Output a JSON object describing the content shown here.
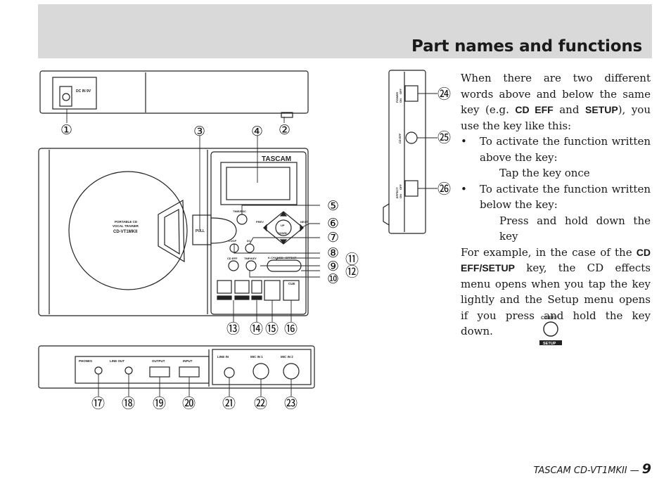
{
  "header": {
    "title": "Part names and functions"
  },
  "body": {
    "p1_a": "When there are two different words above and below the same key (e.g. ",
    "p1_key1": "CD EFF",
    "p1_and": " and ",
    "p1_key2": "SETUP",
    "p1_b": "), you use the key like this:",
    "bullet1": "To activate the function written above the key:",
    "bullet1_action": "Tap the key once",
    "bullet2": "To activate the function written below the key:",
    "bullet2_action": "Press and hold down the key",
    "p2_a": "For example, in the case of the ",
    "p2_key": "CD EFF/SETUP",
    "p2_b": " key, the CD effects menu opens when you tap the key lightly and the  Setup menu opens if you press and hold the key down.",
    "bullet_symbol": "•"
  },
  "key_illustration": {
    "top_label": "CD EFF",
    "bottom_label": "SETUP"
  },
  "footer": {
    "model": "TASCAM CD-VT1MKII —",
    "page": "9"
  },
  "device_labels": {
    "dc_in": "DC IN 9V",
    "brand": "TASCAM",
    "product_line1": "PORTABLE CD",
    "product_line2": "VOCAL TRAINER",
    "product_line3": "CD-VT1MKII",
    "pull": "PULL",
    "time_esc": "TIME/ESC",
    "prev": "PREV",
    "next": "NEXT",
    "up": "UP",
    "down": "DOWN",
    "loop": "LOOP",
    "io": "I/O",
    "cd_eff": "CD EFF",
    "setup": "SETUP",
    "tmp_key": "TMP/KEY",
    "k_change": "K.CHANGE",
    "effect": "EFFECT",
    "cue": "CUE",
    "phones": "PHONES",
    "line_out": "LINE OUT",
    "output": "OUTPUT",
    "input": "INPUT",
    "line_in": "LINE IN",
    "mic_in_1": "MIC IN 1",
    "mic_in_2": "MIC IN 2",
    "power": "POWER",
    "on": "ON",
    "off": "OFF",
    "cd_eff_side": "CD EFF",
    "effect_side": "EFFECT"
  },
  "callouts": [
    "①",
    "②",
    "③",
    "④",
    "⑤",
    "⑥",
    "⑦",
    "⑧",
    "⑨",
    "⑩",
    "⑪",
    "⑫",
    "⑬",
    "⑭",
    "⑮",
    "⑯",
    "⑰",
    "⑱",
    "⑲",
    "⑳",
    "㉑",
    "㉒",
    "㉓",
    "㉔",
    "㉕",
    "㉖"
  ]
}
